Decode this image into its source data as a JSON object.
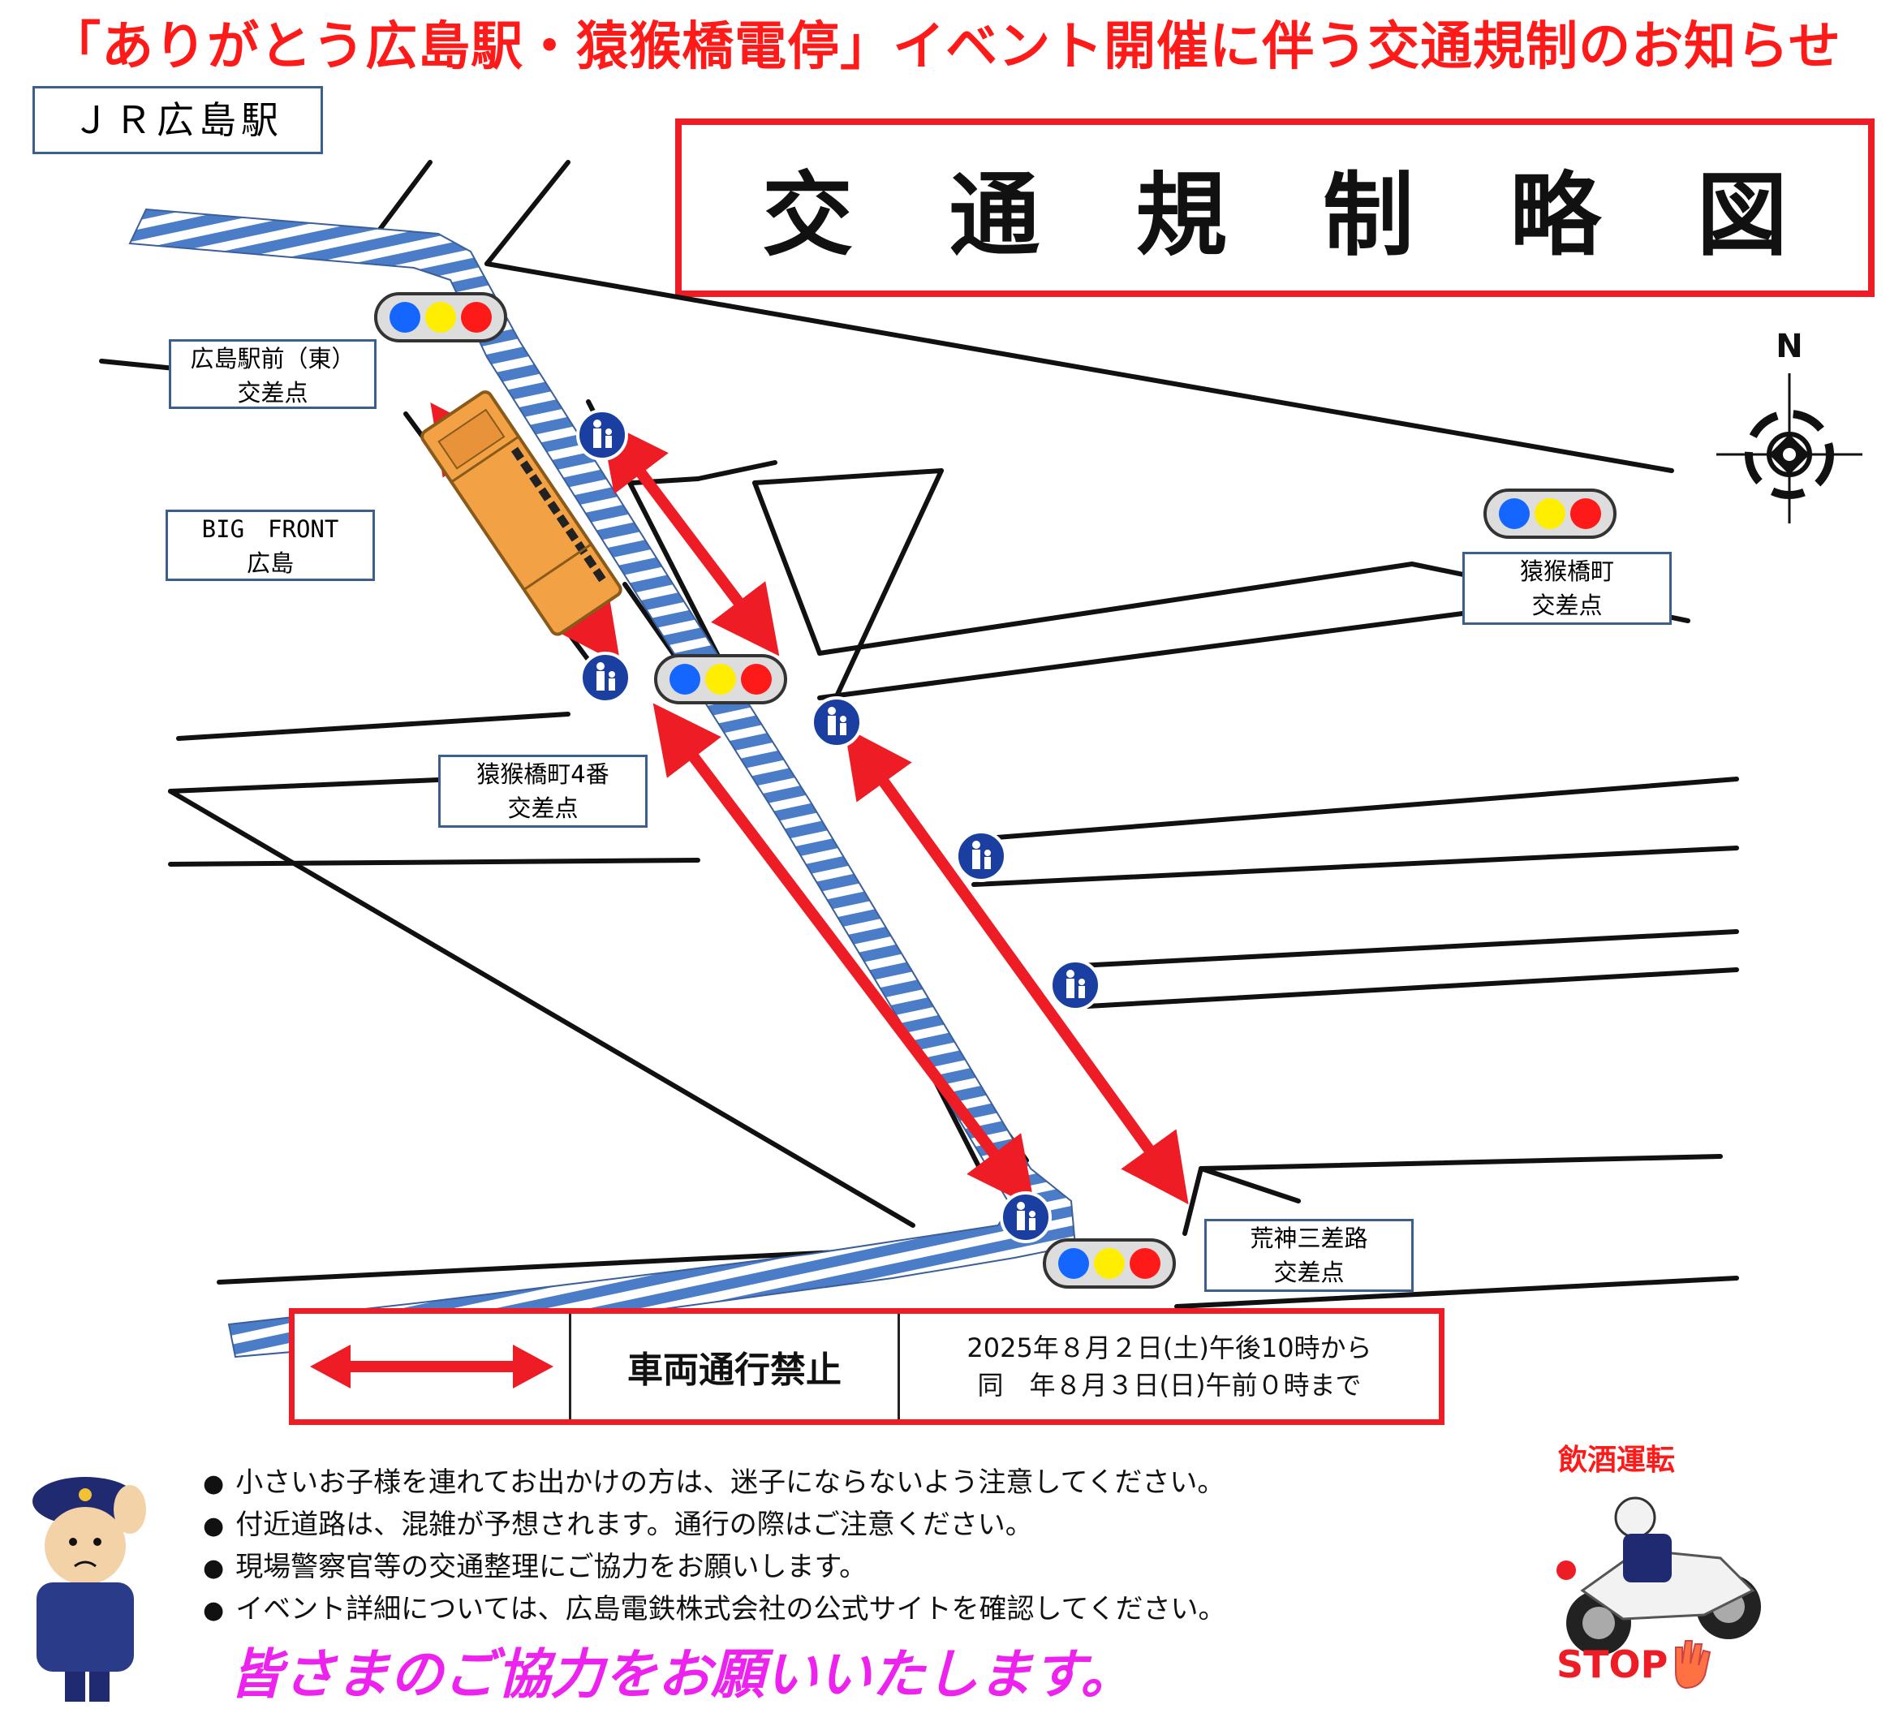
{
  "title": "「ありがとう広島駅・猿猴橋電停」イベント開催に伴う交通規制のお知らせ",
  "station_label": "ＪＲ広島駅",
  "heading_chars": [
    "交",
    "通",
    "規",
    "制",
    "略",
    "図"
  ],
  "compass": {
    "label": "N"
  },
  "intersections": {
    "ekimae_east": {
      "line1": "広島駅前（東）",
      "line2": "交差点"
    },
    "big_front": {
      "line1": "BIG　FRONT",
      "line2": "広島"
    },
    "enkobashi": {
      "line1": "猿猴橋町",
      "line2": "交差点"
    },
    "enkobashi4": {
      "line1": "猿猴橋町4番",
      "line2": "交差点"
    },
    "arakami": {
      "line1": "荒神三差路",
      "line2": "交差点"
    }
  },
  "legend": {
    "label": "車両通行禁止",
    "period_line1": "2025年８月２日(土)午後10時から",
    "period_line2": "同　年８月３日(日)午前０時まで"
  },
  "notes": [
    "小さいお子様を連れてお出かけの方は、迷子にならないよう注意してください。",
    "付近道路は、混雑が予想されます。通行の際はご注意ください。",
    "現場警察官等の交通整理にご協力をお願いします。",
    "イベント詳細については、広島電鉄株式会社の公式サイトを確認してください。"
  ],
  "cooperation": "皆さまのご協力をお願いいたします。",
  "dui_campaign": {
    "title": "飲酒運転",
    "stop": "STOP"
  },
  "colors": {
    "title_red": "#ff1a1a",
    "restriction_red": "#ee1c25",
    "tram_stripe_blue": "#4a7cc7",
    "label_border": "#3d5f8c",
    "pedestrian_sign": "#1a3fa0",
    "tram_orange": "#f2a245",
    "magenta": "#ee22ee"
  },
  "icons": [
    "traffic-light-icon",
    "pedestrian-sign-icon",
    "tram-icon",
    "compass-icon",
    "police-officer-icon",
    "police-motorcycle-icon",
    "hand-icon",
    "restriction-arrow-icon"
  ]
}
